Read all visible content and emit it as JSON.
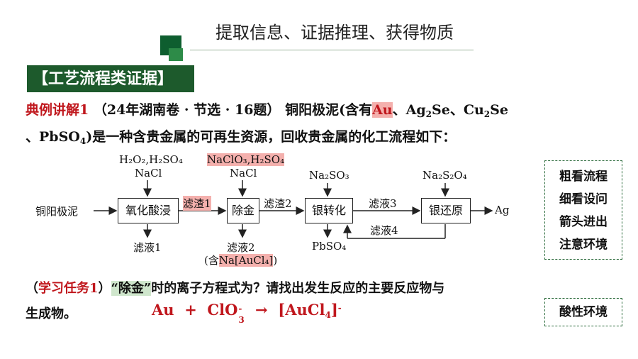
{
  "header": {
    "title": "提取信息、证据推理、获得物质"
  },
  "section": {
    "tag": "【工艺流程类证据】"
  },
  "example": {
    "label": "典例讲解1",
    "source": "（24年湖南卷 · 节选 · 16题）",
    "intro": "铜阳极泥(含有",
    "au": "Au",
    "sep1": "、",
    "ag2se": "Ag",
    "ag2se_sub": "2",
    "ag2se_tail": "Se",
    "sep2": "、",
    "cu2se": "Cu",
    "cu2se_sub": "2",
    "cu2se_tail": "Se",
    "line2_start": "、PbSO",
    "line2_sub": "4",
    "line2_rest": ")是一种含贵金属的可再生资源，回收贵金属的化工流程如下："
  },
  "flow": {
    "start": "铜阳极泥",
    "box1": "氧化酸浸",
    "box2": "除金",
    "box3": "银转化",
    "box4": "银还原",
    "product": "Ag",
    "reagent1_line1": "H₂O₂,H₂SO₄",
    "reagent1_line2": "NaCl",
    "reagent2_line1": "NaClO₃,H₂SO₄",
    "reagent2_line2": "NaCl",
    "reagent3": "Na₂SO₃",
    "reagent4": "Na₂S₂O₄",
    "residue1": "滤渣1",
    "residue2": "滤渣2",
    "filtrate1": "滤液1",
    "filtrate2": "滤液2",
    "filtrate2_note_open": "(含",
    "filtrate2_note_hl": "Na[AuCl₄]",
    "filtrate2_note_close": ")",
    "filtrate3": "滤液3",
    "filtrate4": "滤液4",
    "pbso4": "PbSO₄"
  },
  "side_notes": {
    "lines": [
      "粗看流程",
      "细看设问",
      "箭头进出",
      "注意环境"
    ],
    "acid": "酸性环境"
  },
  "task": {
    "prefix": "（",
    "label": "学习任务1",
    "suffix": "）",
    "quote_open": "“",
    "keyword": "除金",
    "quote_close": "”",
    "question": "时的离子方程式为？请找出发生反应的主要反应物与",
    "line2": "生成物。"
  },
  "equation": {
    "au": "Au",
    "plus": "+",
    "clo3": "ClO",
    "clo3_sub": "3",
    "clo3_sup": "-",
    "arrow": "→",
    "product_open": "[AuCl",
    "product_sub": "4",
    "product_close": "]",
    "product_sup": "-"
  },
  "colors": {
    "accent_red": "#c0171d",
    "brand_green": "#1d5a2c",
    "highlight_pink": "#f4b0ad"
  }
}
